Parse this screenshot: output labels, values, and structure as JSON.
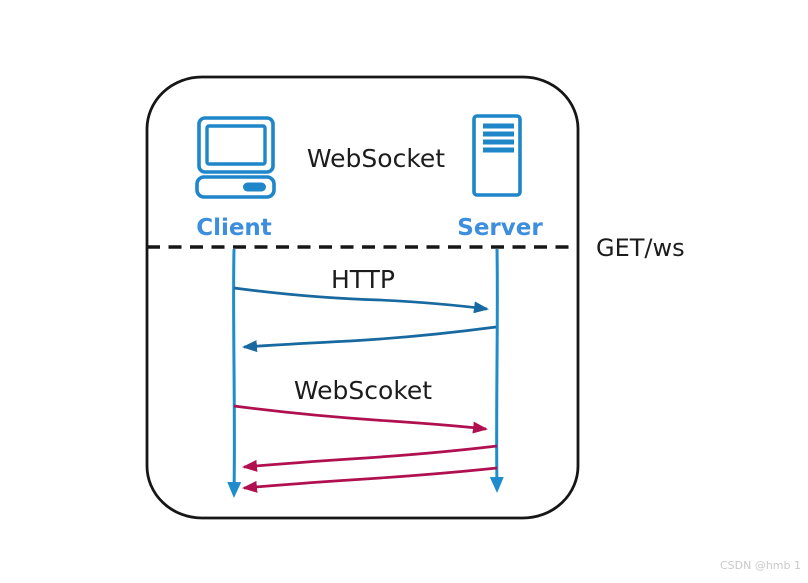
{
  "diagram": {
    "title": "WebSocket",
    "annotation": "GET/ws",
    "http_label": "HTTP",
    "websocket_label": "WebScoket",
    "actors": {
      "client": {
        "label": "Client",
        "icon": "computer-icon"
      },
      "server": {
        "label": "Server",
        "icon": "server-icon"
      }
    },
    "messages": [
      {
        "group": "HTTP",
        "from": "Client",
        "to": "Server"
      },
      {
        "group": "HTTP",
        "from": "Server",
        "to": "Client"
      },
      {
        "group": "WebScoket",
        "from": "Client",
        "to": "Server"
      },
      {
        "group": "WebScoket",
        "from": "Server",
        "to": "Client"
      },
      {
        "group": "WebScoket",
        "from": "Server",
        "to": "Client"
      }
    ],
    "colors": {
      "outline": "#161616",
      "icon_blue": "#1e86c9",
      "label_blue": "#3e8ede",
      "lifeline_blue": "#1f8dcb",
      "http_arrow": "#17699f",
      "ws_arrow": "#b0104f"
    }
  },
  "watermark": {
    "text": "CSDN @hmb 1",
    "color": "#c9c9c9"
  }
}
